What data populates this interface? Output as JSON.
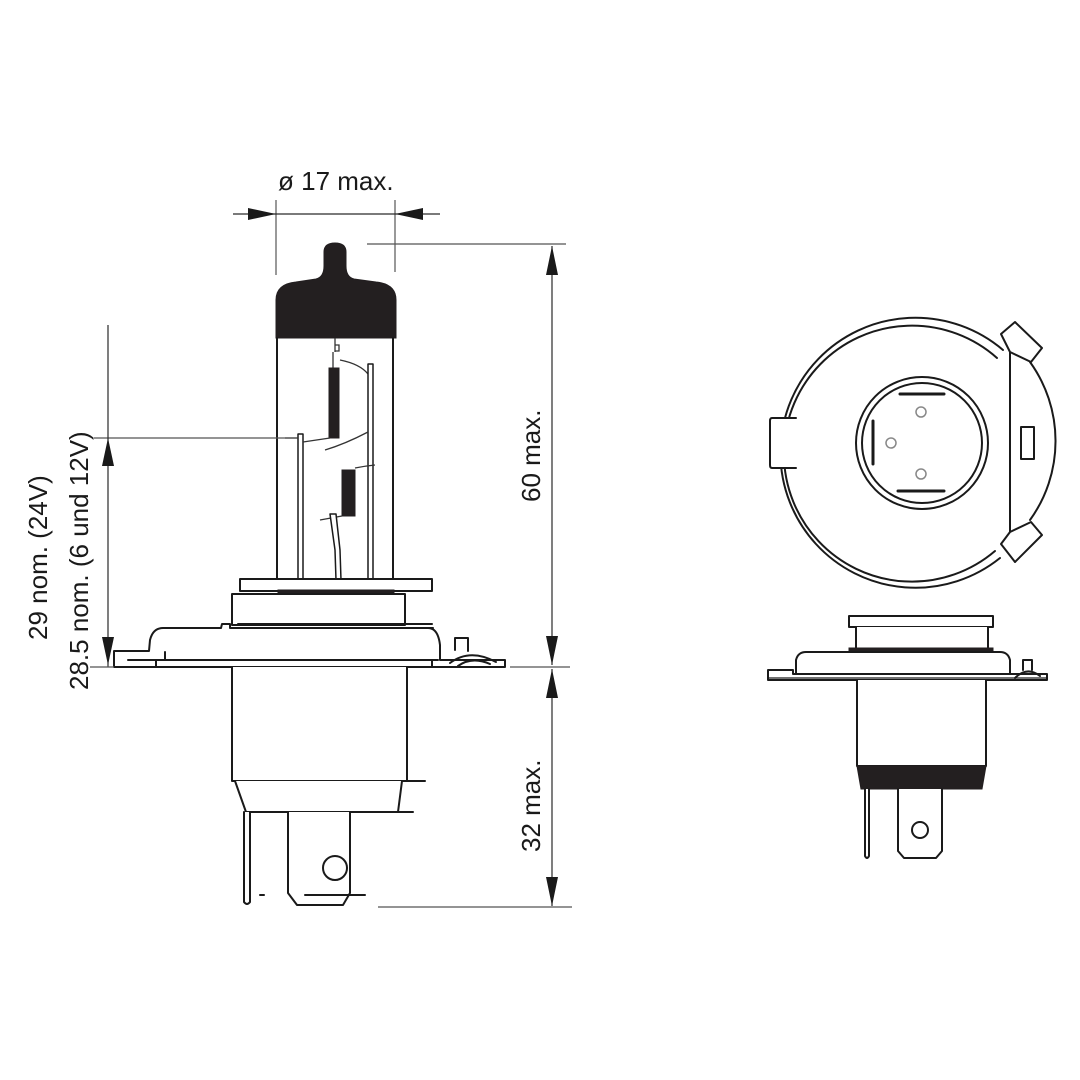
{
  "diagram": {
    "type": "technical-drawing",
    "subject": "H4 halogen headlight bulb (P43t base)",
    "views": [
      "side-view",
      "bottom-view",
      "base-side-view"
    ]
  },
  "dimensions": {
    "diameter": {
      "label": "ø 17 max."
    },
    "total_height": {
      "label": "60 max."
    },
    "base_height": {
      "label": "32 max."
    },
    "filament_position_24v": {
      "label": "29 nom. (24V)"
    },
    "filament_position_6_12v": {
      "label": "28.5 nom. (6 und 12V)"
    }
  },
  "colors": {
    "line": "#1a1a1a",
    "fill_dark": "#231f20",
    "background": "#ffffff"
  }
}
